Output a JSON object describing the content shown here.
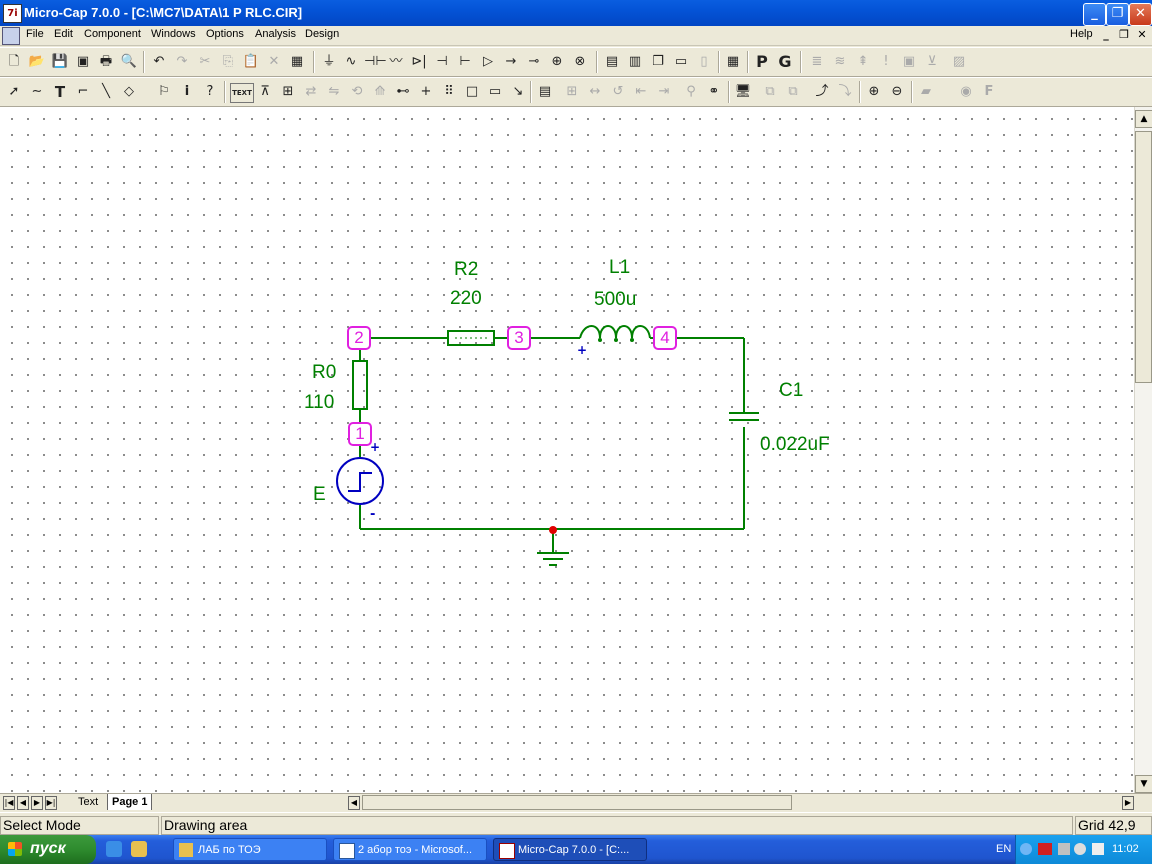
{
  "window": {
    "title": "Micro-Cap 7.0.0 - [C:\\MC7\\DATA\\1 P RLC.CIR]",
    "app_icon": "7i",
    "controls": [
      "_",
      "❐",
      "✕"
    ]
  },
  "menu": {
    "items": [
      "File",
      "Edit",
      "Component",
      "Windows",
      "Options",
      "Analysis",
      "Design"
    ],
    "help": "Help",
    "mdi_controls": [
      "_",
      "❐",
      "✕"
    ]
  },
  "toolbar2": {
    "text_button": "TEXT",
    "font_letter": "F"
  },
  "circuit": {
    "wire_color": "#008000",
    "node_color": "#e020e0",
    "label_color": "#008000",
    "components": {
      "R2": {
        "name": "R2",
        "value": "220"
      },
      "L1": {
        "name": "L1",
        "value": "500u"
      },
      "C1": {
        "name": "C1",
        "value": "0.022uF"
      },
      "R0": {
        "name": "R0",
        "value": "110"
      },
      "E": {
        "name": "E"
      }
    },
    "nodes": [
      "1",
      "2",
      "3",
      "4"
    ],
    "polarity": {
      "plus": "+",
      "minus": "-"
    }
  },
  "tabs": {
    "items": [
      "Text",
      "Page 1"
    ],
    "active": "Page 1"
  },
  "status": {
    "mode": "Select Mode",
    "area": "Drawing area",
    "grid": "Grid 42,9"
  },
  "taskbar": {
    "start": "пуск",
    "buttons": [
      {
        "label": "ЛАБ по ТОЭ",
        "icon": "folder-icon",
        "active": false
      },
      {
        "label": "2 абор тоэ - Microsof...",
        "icon": "word-icon",
        "active": false
      },
      {
        "label": "Micro-Cap 7.0.0 - [C:...",
        "icon": "microcap-icon",
        "active": true
      }
    ],
    "tray": {
      "lang": "EN",
      "clock": "11:02"
    }
  }
}
